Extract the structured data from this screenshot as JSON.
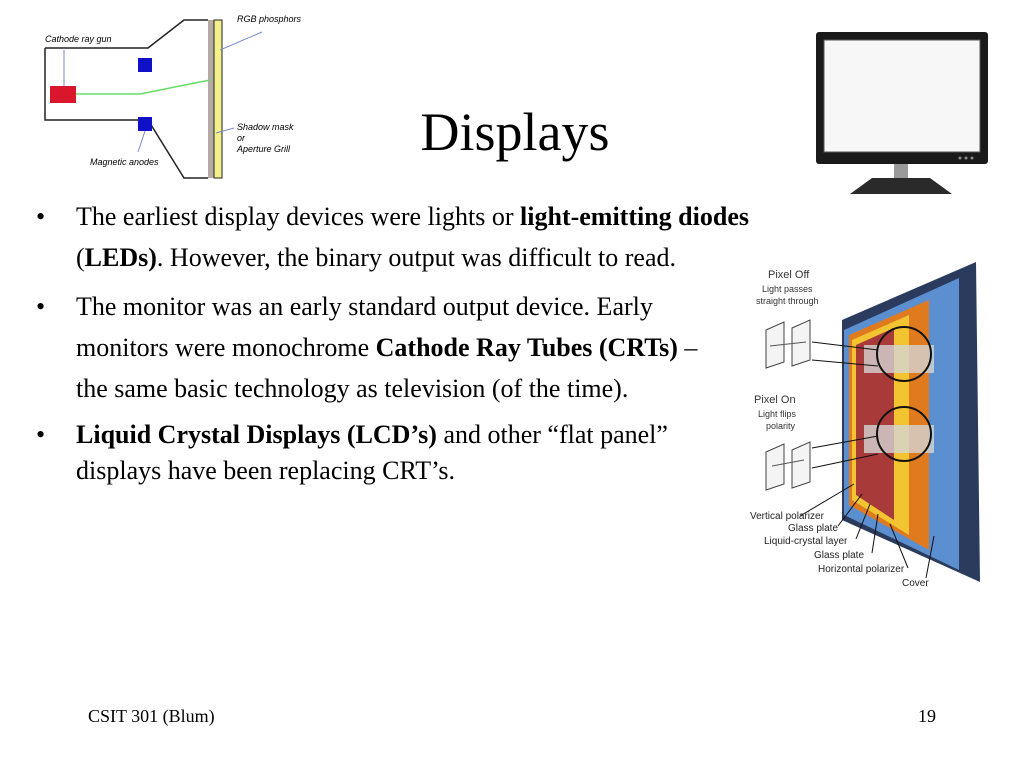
{
  "title": "Displays",
  "bullets": [
    {
      "segments": [
        {
          "text": "The earliest display devices were lights or ",
          "bold": false
        },
        {
          "text": "light-emitting diodes",
          "bold": true
        },
        {
          "text": " (",
          "bold": false
        },
        {
          "text": "LEDs)",
          "bold": true
        },
        {
          "text": ". However, the binary output was difficult to read.",
          "bold": false
        }
      ]
    },
    {
      "segments": [
        {
          "text": "The monitor was an early standard output device. Early monitors were monochrome ",
          "bold": false
        },
        {
          "text": "Cathode Ray Tubes (CRTs)",
          "bold": true
        },
        {
          "text": " – the same basic technology as television (of the time).",
          "bold": false
        }
      ]
    },
    {
      "segments": [
        {
          "text": "Liquid Crystal Displays (LCD’s)",
          "bold": true
        },
        {
          "text": " and other “flat panel” displays have been replacing CRT’s.",
          "bold": false
        }
      ]
    }
  ],
  "bullet_symbol": "•",
  "footer": {
    "course": "CSIT 301 (Blum)",
    "page": "19"
  },
  "crt_diagram": {
    "labels": {
      "gun": "Cathode ray gun",
      "phosphors": "RGB phosphors",
      "mask_1": "Shadow mask",
      "mask_2": "or",
      "mask_3": "Aperture Grill",
      "anodes": "Magnetic anodes"
    },
    "colors": {
      "gun": "#d9162b",
      "anode": "#1010c8",
      "beam": "#66dd66",
      "phosphor": "#f4f08a",
      "mask": "#b4aca4"
    }
  },
  "lcd_diagram": {
    "labels": {
      "pixel_off": "Pixel Off",
      "off_1": "Light passes",
      "off_2": "straight through",
      "pixel_on": "Pixel On",
      "on_1": "Light flips",
      "on_2": "polarity",
      "l1": "Vertical polarizer",
      "l2": "Glass plate",
      "l3": "Liquid-crystal layer",
      "l4": "Glass plate",
      "l5": "Horizontal polarizer",
      "l6": "Cover"
    }
  },
  "monitor_image": {
    "icon": "flat-panel-monitor-icon"
  }
}
